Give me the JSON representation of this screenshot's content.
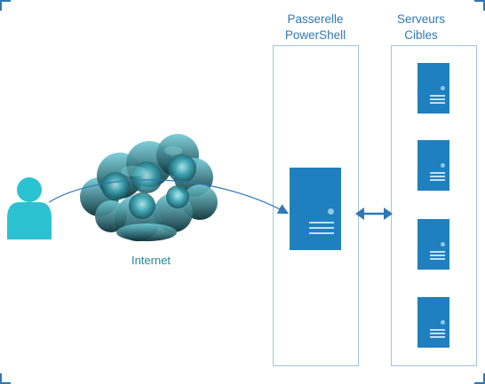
{
  "diagram": {
    "gateway_title": [
      "Passerelle",
      "PowerShell"
    ],
    "targets_title": [
      "Serveurs",
      "Cibles"
    ],
    "internet_label": "Internet",
    "target_server_count": 4,
    "colors": {
      "accent": "#2e78b7",
      "server": "#1f7fbf",
      "panel_border": "#9fc3de",
      "user": "#2bc3d2",
      "cloud": "#1e7f8c",
      "internet_text": "#1e8a9b"
    },
    "icons": [
      "user-icon",
      "cloud-icon",
      "server-icon",
      "bidirectional-arrow-icon"
    ]
  }
}
